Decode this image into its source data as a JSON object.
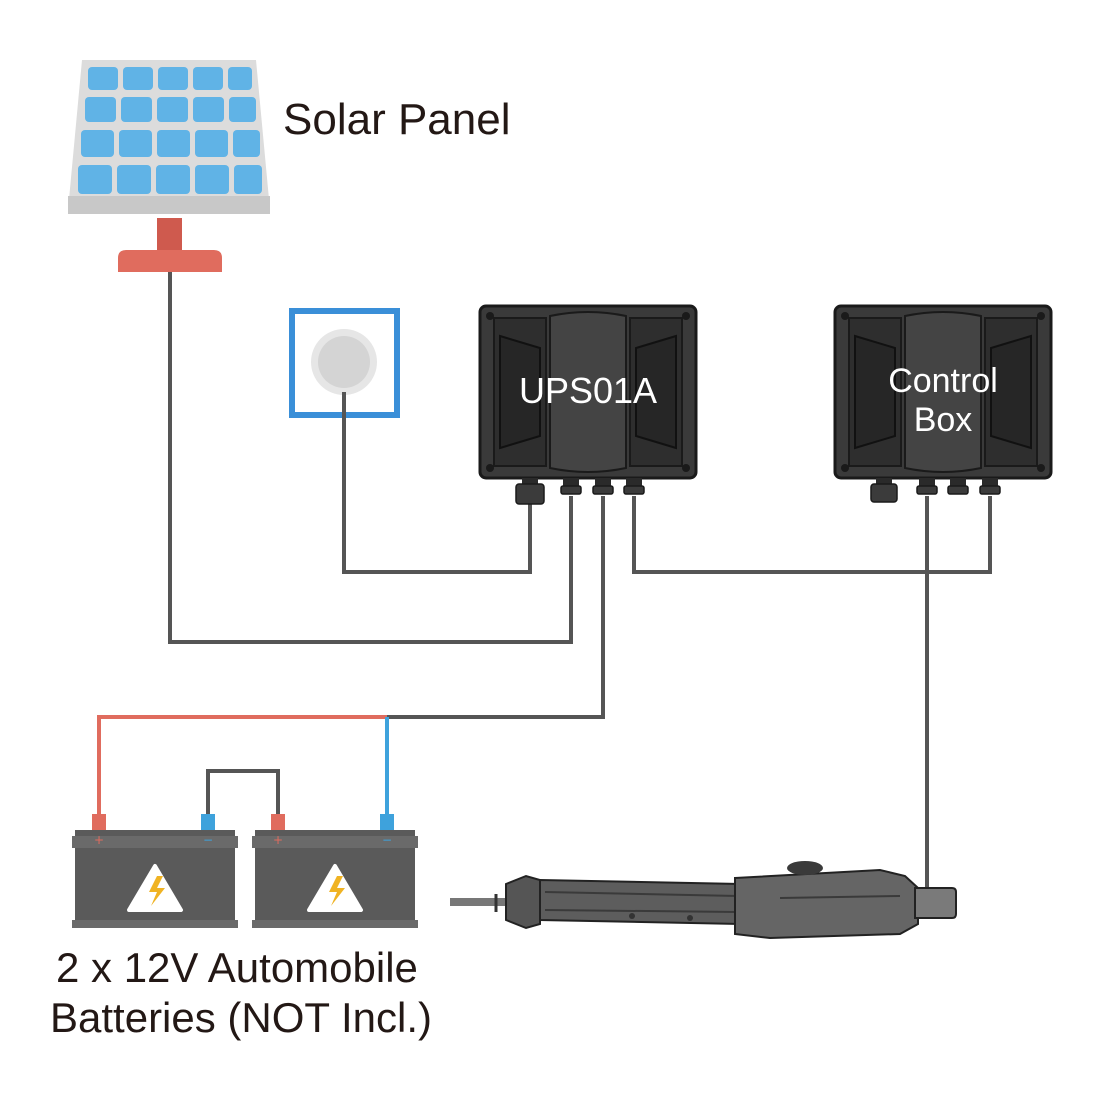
{
  "labels": {
    "solar_panel": "Solar Panel",
    "ups": "UPS01A",
    "control_box_line1": "Control",
    "control_box_line2": "Box",
    "batteries_line1": "2 x 12V Automobile",
    "batteries_line2": "Batteries (NOT Incl.)"
  },
  "battery_terminals": {
    "positive": "+",
    "negative": "−"
  },
  "colors": {
    "wire": "#555555",
    "wire_positive": "#e06c5e",
    "wire_negative": "#3ea2dc",
    "solar_cell": "#60b3e6",
    "solar_frame": "#dcdcdc",
    "solar_stand": "#e06c5e",
    "outlet_frame": "#3a8fd8",
    "enclosure": "#3a3a3a",
    "battery_body": "#5a5a5a",
    "warning_bolt": "#f0b323"
  },
  "icons": [
    "solar-panel-icon",
    "wall-outlet-icon",
    "enclosure-icon",
    "battery-icon",
    "warning-bolt-icon",
    "linear-actuator-icon"
  ]
}
